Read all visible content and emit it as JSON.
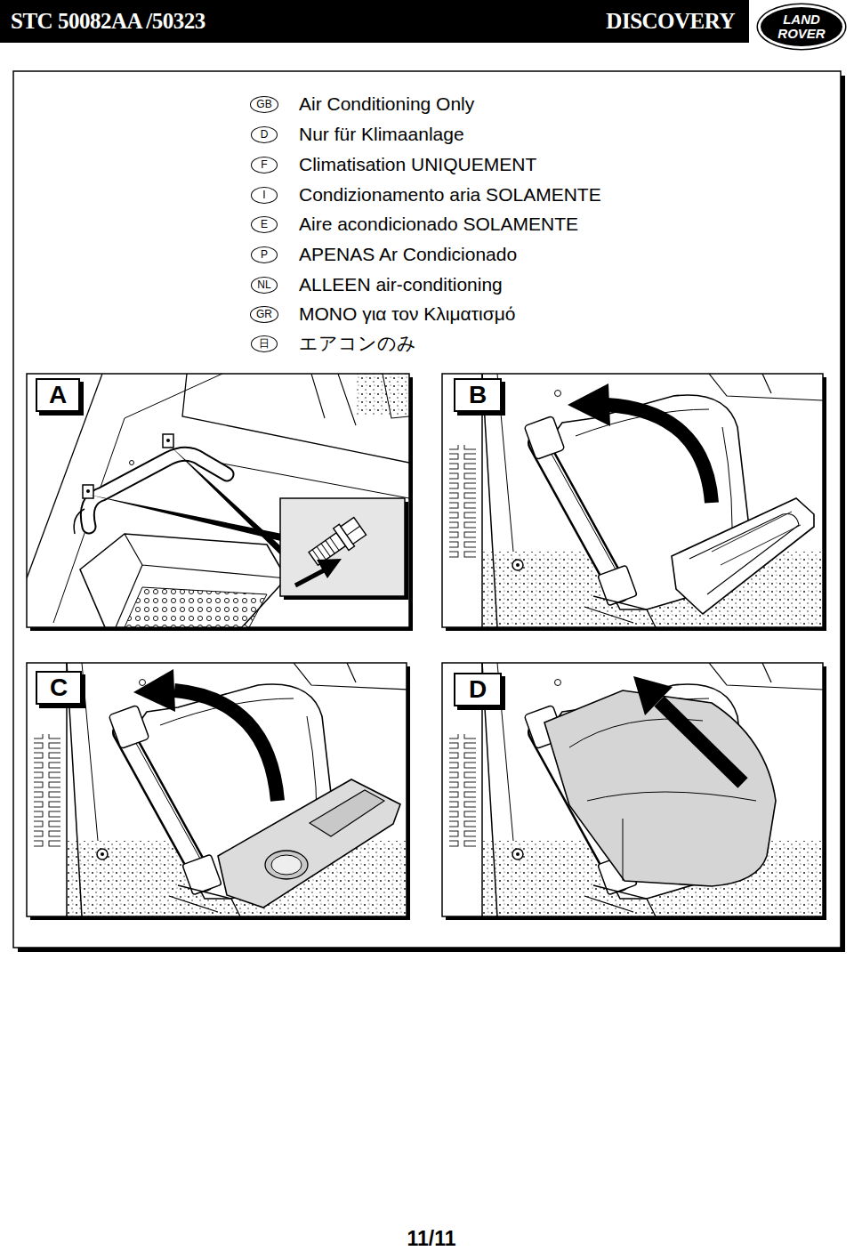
{
  "diagram": {
    "nodes": [
      {
        "text": [
          "STC 50082AA /50323",
          "DISCOVERY"
        ]
      },
      {
        "text": [
          "LAND ROVER"
        ]
      },
      {
        "text": [
          "GB"
        ]
      },
      {
        "text": [
          "D"
        ]
      },
      {
        "text": [
          "F"
        ]
      },
      {
        "text": [
          "I"
        ]
      },
      {
        "text": [
          "E"
        ]
      },
      {
        "text": [
          "P"
        ]
      },
      {
        "text": [
          "NL"
        ]
      },
      {
        "text": [
          "GR"
        ]
      },
      {
        "text": [
          "日"
        ]
      },
      {
        "text": [
          "A"
        ]
      },
      {
        "text": [
          "B"
        ]
      },
      {
        "text": [
          "C"
        ]
      },
      {
        "text": [
          "D"
        ]
      }
    ],
    "labels": [
      "Air Conditioning Only",
      "Nur für Klimaanlage",
      "Climatisation UNIQUEMENT",
      "Condizionamento aria SOLAMENTE",
      "Aire acondicionado SOLAMENTE",
      "APENAS Ar Condicionado",
      "ALLEEN air-conditioning",
      "ΜΟΝΟ για τον Κλιματισμό",
      "エアコンのみ",
      "11/11"
    ]
  }
}
